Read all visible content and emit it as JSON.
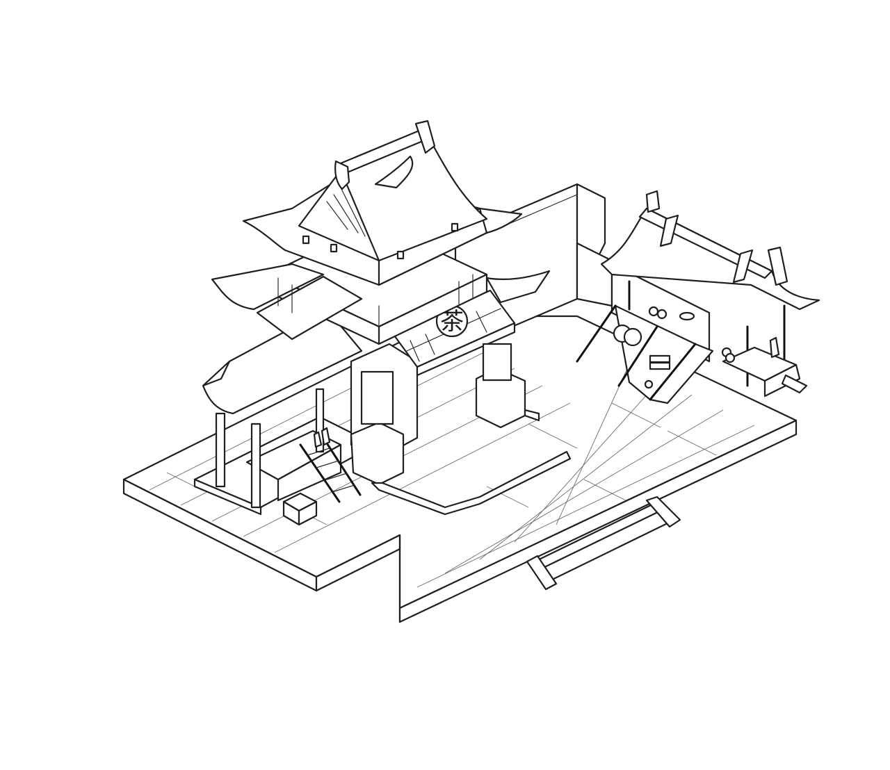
{
  "scene": {
    "title": "Isometric Chinese teahouse line sketch",
    "style": "pencil line art",
    "background": "#ffffff",
    "line_color": "#1e1e1e"
  },
  "sign": {
    "character": "茶",
    "meaning": "tea"
  },
  "elements": {
    "main_tower": "two-tier pagoda tower with upturned eaves",
    "entry_gate": "gate canopy with round tea sign",
    "left_pavilion": "small open pavilion with counter",
    "ladder": "leaning ladder holding bottles",
    "crate": "small wooden crate",
    "right_stall": "market stall with shelves, pots and scroll rolls",
    "back_wall": "courtyard perimeter wall",
    "platform": "tiled stone platform",
    "front_steps": "stone stairs at front edge"
  }
}
